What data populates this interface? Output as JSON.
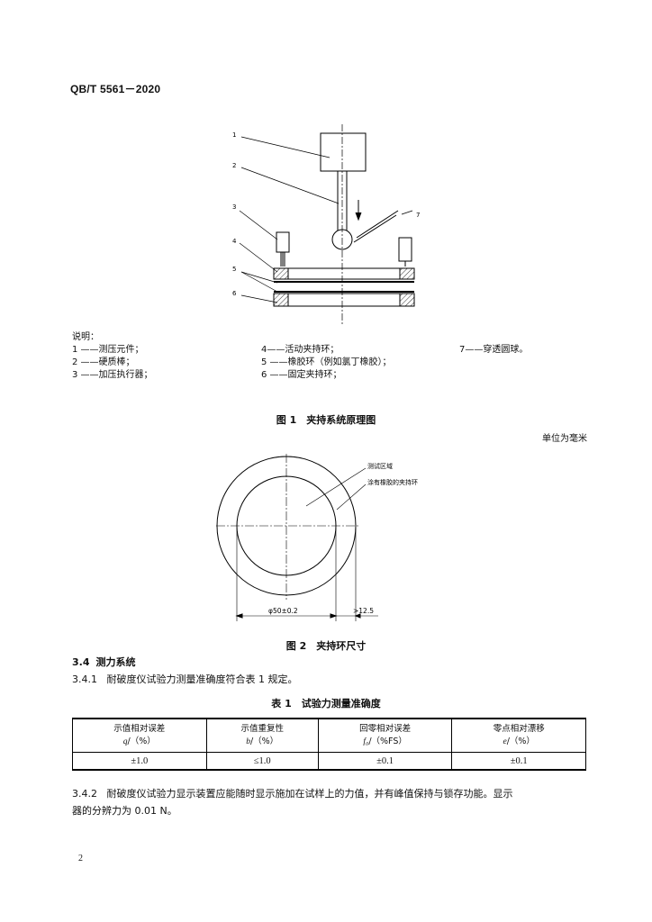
{
  "header": {
    "std_number": "QB/T 5561－2020"
  },
  "figure1": {
    "callouts": [
      "1",
      "2",
      "3",
      "4",
      "5",
      "6",
      "7"
    ],
    "note_title": "说明：",
    "legend": [
      [
        "1 ——测压元件；",
        "4——活动夹持环；",
        "7——穿透圆球。"
      ],
      [
        "2 ——硬质棒；",
        "5 ——橡胶环（例如氯丁橡胶）；",
        ""
      ],
      [
        "3 ——加压执行器；",
        "6 ——固定夹持环；",
        ""
      ]
    ],
    "caption": "图 1　夹持系统原理图"
  },
  "figure2": {
    "unit_note": "单位为毫米",
    "label_test_area": "测试区域",
    "label_ring": "涂有橡胶的夹持环",
    "dim_diameter": "φ50±0.2",
    "dim_width": ">12.5",
    "caption": "图 2　夹持环尺寸"
  },
  "section": {
    "heading_num": "3.4",
    "heading_text": "测力系统",
    "p341_num": "3.4.1",
    "p341_text": "耐破度仪试验力测量准确度符合表 1 规定。"
  },
  "table1": {
    "caption": "表 1　试验力测量准确度",
    "headers": [
      {
        "line1": "示值相对误差",
        "sym": "q",
        "unit": "（%）"
      },
      {
        "line1": "示值重复性",
        "sym": "b",
        "unit": "（%）"
      },
      {
        "line1": "回零相对误差",
        "sym": "f₀",
        "unit": "（%FS）"
      },
      {
        "line1": "零点相对漂移",
        "sym": "e",
        "unit": "（%）"
      }
    ],
    "values": [
      "±1.0",
      "≤1.0",
      "±0.1",
      "±0.1"
    ]
  },
  "para342": {
    "num": "3.4.2",
    "line1": "耐破度仪试验力显示装置应能随时显示施加在试样上的力值，并有峰值保持与锁存功能。显示",
    "line2": "器的分辨力为 0.01 N。"
  },
  "page_number": "2"
}
